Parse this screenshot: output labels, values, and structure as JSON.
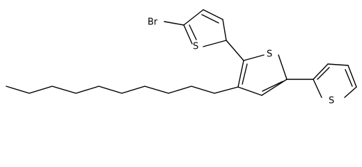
{
  "structure": {
    "atoms": {
      "bromine": "Br",
      "sulfur_1": "S",
      "sulfur_2": "S",
      "sulfur_3": "S"
    }
  },
  "colors": {
    "background": "#ffffff",
    "ink": "#000000"
  }
}
